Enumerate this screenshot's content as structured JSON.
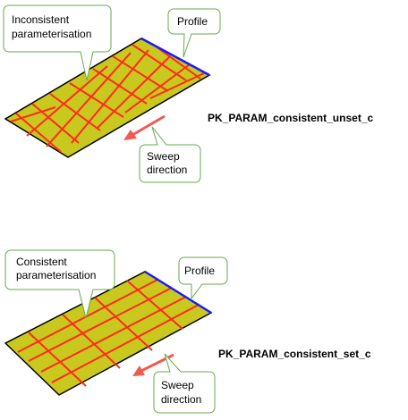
{
  "colors": {
    "surface_fill": "#c8c81e",
    "surface_edge": "#000000",
    "profile_edge": "#1a1aff",
    "param_lines": "#ff2a1a",
    "arrow": "#f05a50",
    "callout_border": "#6aa84f"
  },
  "top": {
    "callout_param": [
      "Inconsistent",
      "parameterisation"
    ],
    "callout_profile": "Profile",
    "callout_sweep": [
      "Sweep",
      "direction"
    ],
    "caption": "PK_PARAM_consistent_unset_c"
  },
  "bottom": {
    "callout_param": [
      "Consistent",
      "parameterisation"
    ],
    "callout_profile": "Profile",
    "callout_sweep": [
      "Sweep",
      "direction"
    ],
    "caption": "PK_PARAM_consistent_set_c"
  }
}
